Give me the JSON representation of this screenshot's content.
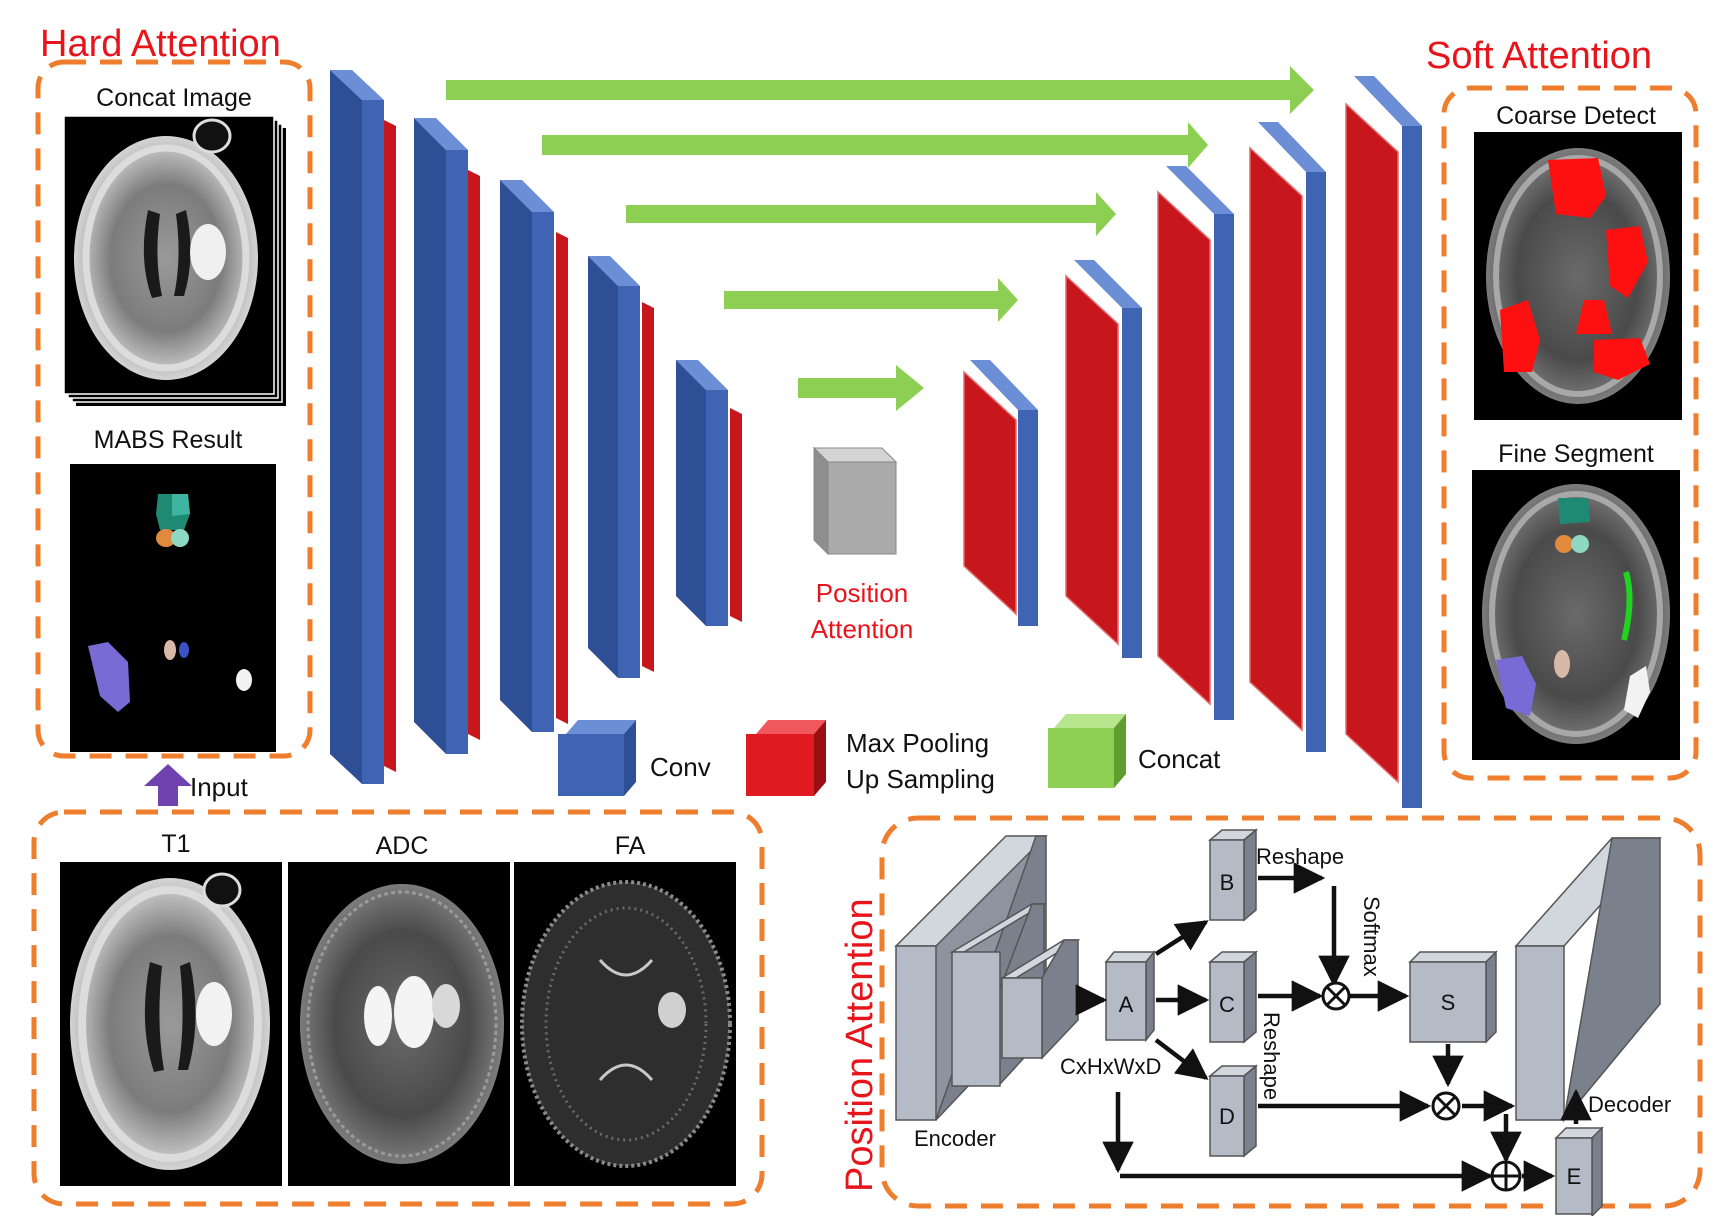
{
  "titles": {
    "hard_attention": "Hard Attention",
    "soft_attention": "Soft Attention",
    "position_attention_vertical": "Position Attention"
  },
  "hard_panel": {
    "concat_image": "Concat Image",
    "mabs_result": "MABS Result",
    "input": "Input"
  },
  "soft_panel": {
    "coarse_detect": "Coarse Detect",
    "fine_segment": "Fine Segment"
  },
  "modalities": [
    "T1",
    "ADC",
    "FA"
  ],
  "center": {
    "position_attention_line1": "Position",
    "position_attention_line2": "Attention"
  },
  "legend": {
    "conv": "Conv",
    "pool_line1": "Max Pooling",
    "pool_line2": "Up Sampling",
    "concat": "Concat"
  },
  "pa_module": {
    "encoder": "Encoder",
    "decoder": "Decoder",
    "node_a": "A",
    "node_b": "B",
    "node_c": "C",
    "node_d": "D",
    "node_e": "E",
    "node_s": "S",
    "reshape_top": "Reshape",
    "reshape_side": "Reshape",
    "softmax": "Softmax",
    "dims": "CxHxWxD"
  },
  "colors": {
    "title_red": "#e8141b",
    "dash_orange": "#ef7d2e",
    "conv_blue": "#3f64b4",
    "pool_red": "#c8161d",
    "concat_green": "#8ccf52",
    "module_gray": "#b4bac6"
  }
}
